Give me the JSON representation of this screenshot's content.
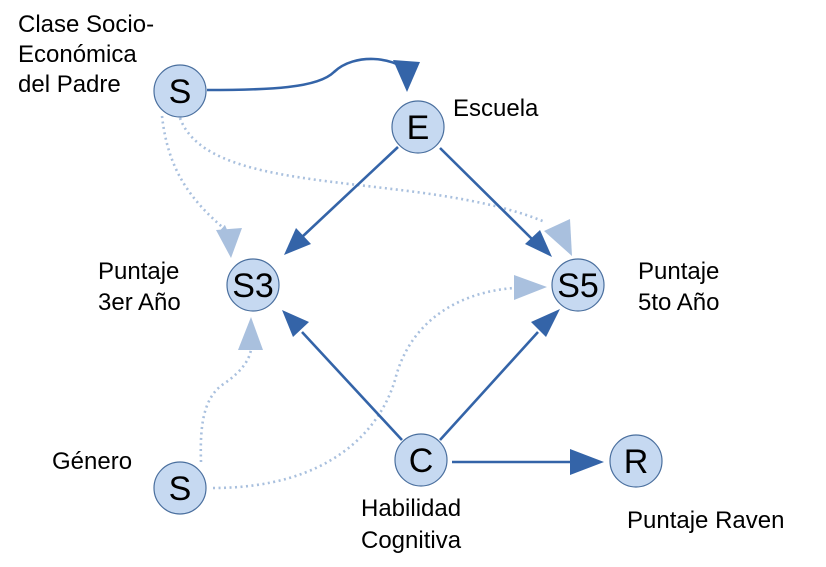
{
  "nodes": {
    "father_class": {
      "letter": "S",
      "label": [
        "Clase Socio-",
        "Económica",
        "del Padre"
      ]
    },
    "school": {
      "letter": "E",
      "label": [
        "Escuela"
      ]
    },
    "score3": {
      "letter": "S3",
      "label": [
        "Puntaje",
        "3er Año"
      ]
    },
    "score5": {
      "letter": "S5",
      "label": [
        "Puntaje",
        "5to Año"
      ]
    },
    "gender": {
      "letter": "S",
      "label": [
        "Género"
      ]
    },
    "ability": {
      "letter": "C",
      "label": [
        "Habilidad",
        "Cognitiva"
      ]
    },
    "raven": {
      "letter": "R",
      "label": [
        "Puntaje Raven"
      ]
    }
  },
  "colors": {
    "node_fill": "#c6d9f1",
    "node_stroke": "#4a6f9e",
    "causal_edge": "#3464a8",
    "confounding_edge": "#a9c0de"
  },
  "edges": [
    {
      "from": "father_class",
      "to": "school",
      "style": "solid"
    },
    {
      "from": "father_class",
      "to": "score3",
      "style": "dotted"
    },
    {
      "from": "father_class",
      "to": "score5",
      "style": "dotted"
    },
    {
      "from": "school",
      "to": "score3",
      "style": "solid"
    },
    {
      "from": "school",
      "to": "score5",
      "style": "solid"
    },
    {
      "from": "gender",
      "to": "score3",
      "style": "dotted"
    },
    {
      "from": "gender",
      "to": "score5",
      "style": "dotted"
    },
    {
      "from": "ability",
      "to": "score3",
      "style": "solid"
    },
    {
      "from": "ability",
      "to": "score5",
      "style": "solid"
    },
    {
      "from": "ability",
      "to": "raven",
      "style": "solid"
    }
  ]
}
